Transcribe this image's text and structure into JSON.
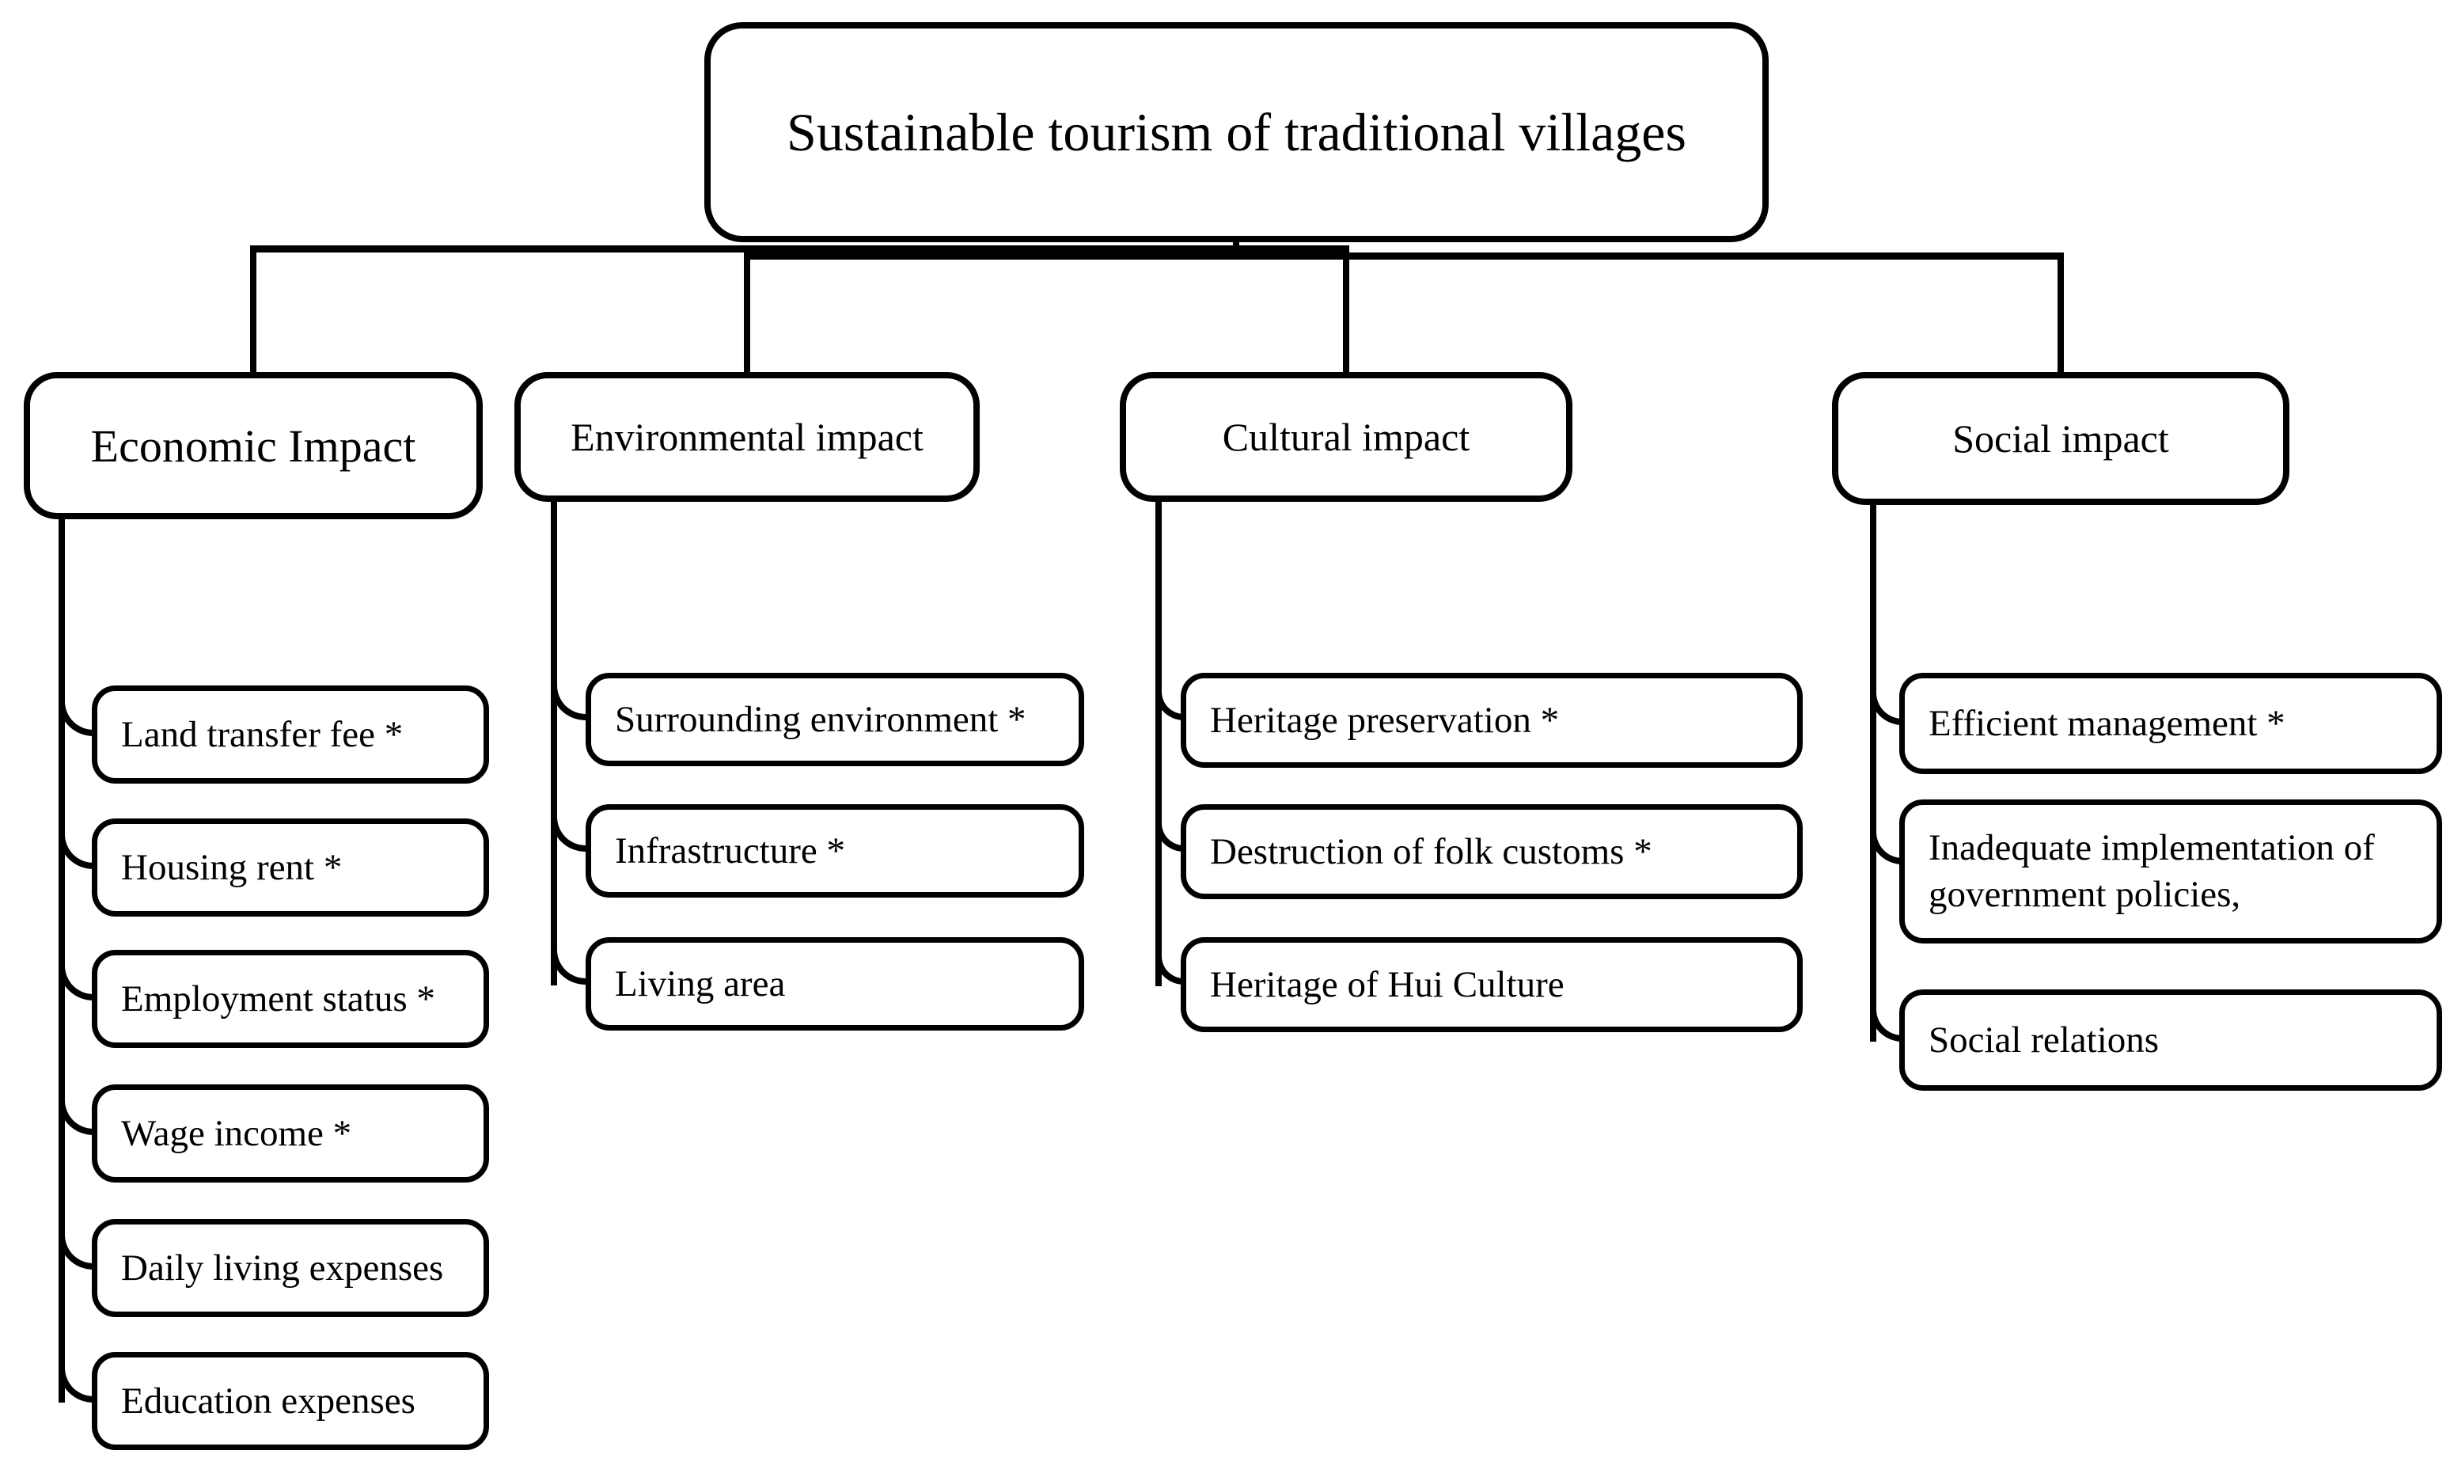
{
  "diagram": {
    "title": "Sustainable tourism of traditional villages",
    "branches": [
      {
        "label": "Economic Impact",
        "children": [
          "Land transfer fee *",
          "Housing rent *",
          "Employment status *",
          "Wage income *",
          "Daily living expenses",
          "Education expenses"
        ]
      },
      {
        "label": "Environmental impact",
        "children": [
          "Surrounding environment *",
          "Infrastructure *",
          "Living area"
        ]
      },
      {
        "label": "Cultural impact",
        "children": [
          "Heritage preservation *",
          "Destruction of folk customs *",
          "Heritage of Hui Culture"
        ]
      },
      {
        "label": "Social impact",
        "children": [
          "Efficient management *",
          "Inadequate implementation of government policies,",
          "Social relations"
        ]
      }
    ],
    "colors": {
      "background": "#ffffff",
      "line": "#000000",
      "box_border": "#000000",
      "text": "#000000"
    }
  }
}
